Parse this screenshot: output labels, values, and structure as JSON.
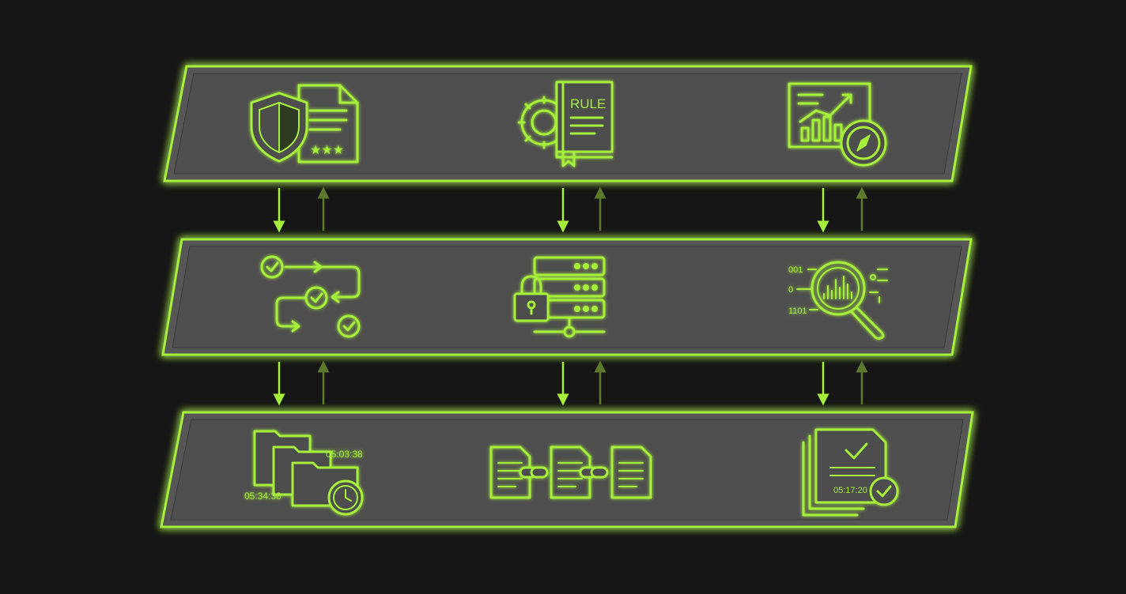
{
  "colors": {
    "background": "#161616",
    "accent": "#a6ef3a",
    "accent_dim": "#5d7a2c",
    "panel_fill": "#575757",
    "panel_inner": "#4c4c4c"
  },
  "layers": [
    {
      "name": "top-layer",
      "icons": [
        "shield-rated-document-icon",
        "gear-rule-book-icon",
        "analytics-compass-report-icon"
      ],
      "rule_label": "RULE"
    },
    {
      "name": "middle-layer",
      "icons": [
        "checkpoint-workflow-icon",
        "locked-server-icon",
        "binary-data-search-icon"
      ],
      "binary_labels": [
        "001",
        "0",
        "1101"
      ]
    },
    {
      "name": "bottom-layer",
      "icons": [
        "timestamped-folders-icon",
        "linked-documents-icon",
        "verified-document-stack-icon"
      ],
      "timestamps": {
        "folders_top": "05:03:38",
        "folders_bottom": "05:34:38",
        "document": "05:17:20"
      }
    }
  ],
  "connectors": {
    "description_free": true,
    "count_per_gap": 3
  }
}
